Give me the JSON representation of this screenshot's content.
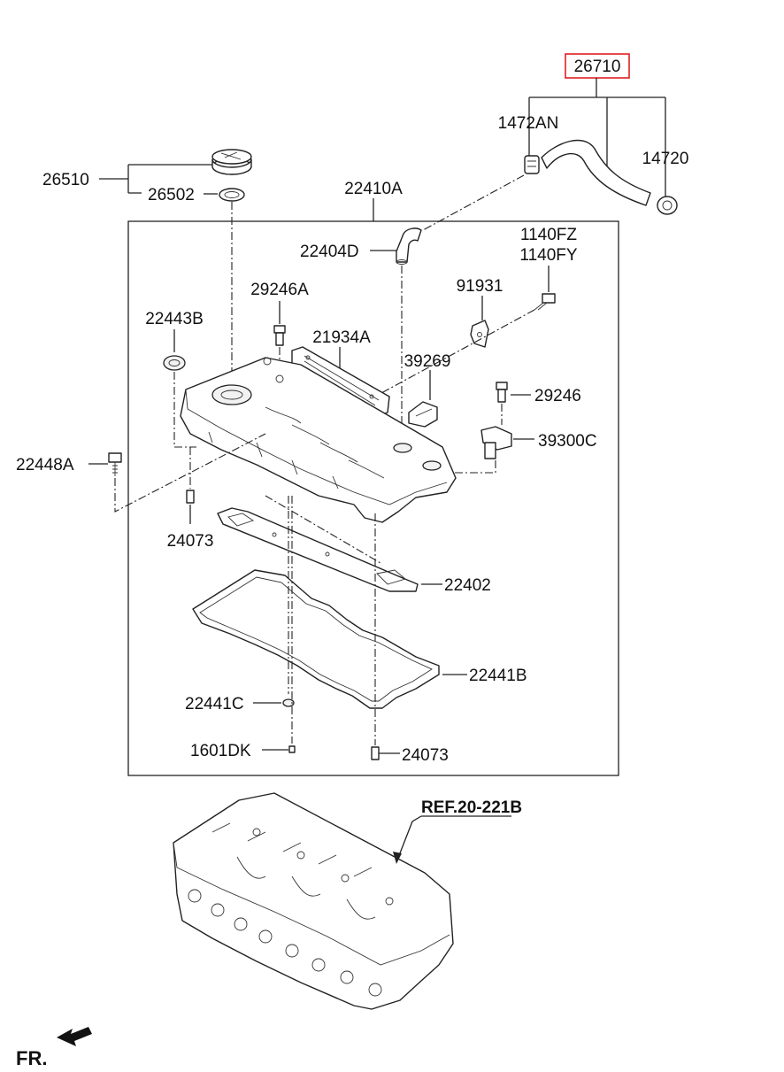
{
  "colors": {
    "line": "#222222",
    "highlight": "#e02020",
    "background": "#ffffff"
  },
  "labels": {
    "p26710": "26710",
    "p1472AN": "1472AN",
    "p14720": "14720",
    "p26510": "26510",
    "p26502": "26502",
    "p22410A": "22410A",
    "p22404D": "22404D",
    "p1140FZ": "1140FZ",
    "p1140FY": "1140FY",
    "p29246A": "29246A",
    "p91931": "91931",
    "p22443B": "22443B",
    "p21934A": "21934A",
    "p39269": "39269",
    "p29246": "29246",
    "p39300C": "39300C",
    "p22448A": "22448A",
    "p24073a": "24073",
    "p22402": "22402",
    "p22441B": "22441B",
    "p22441C": "22441C",
    "p1601DK": "1601DK",
    "p24073b": "24073",
    "ref": "REF.20-221B",
    "fr": "FR."
  }
}
